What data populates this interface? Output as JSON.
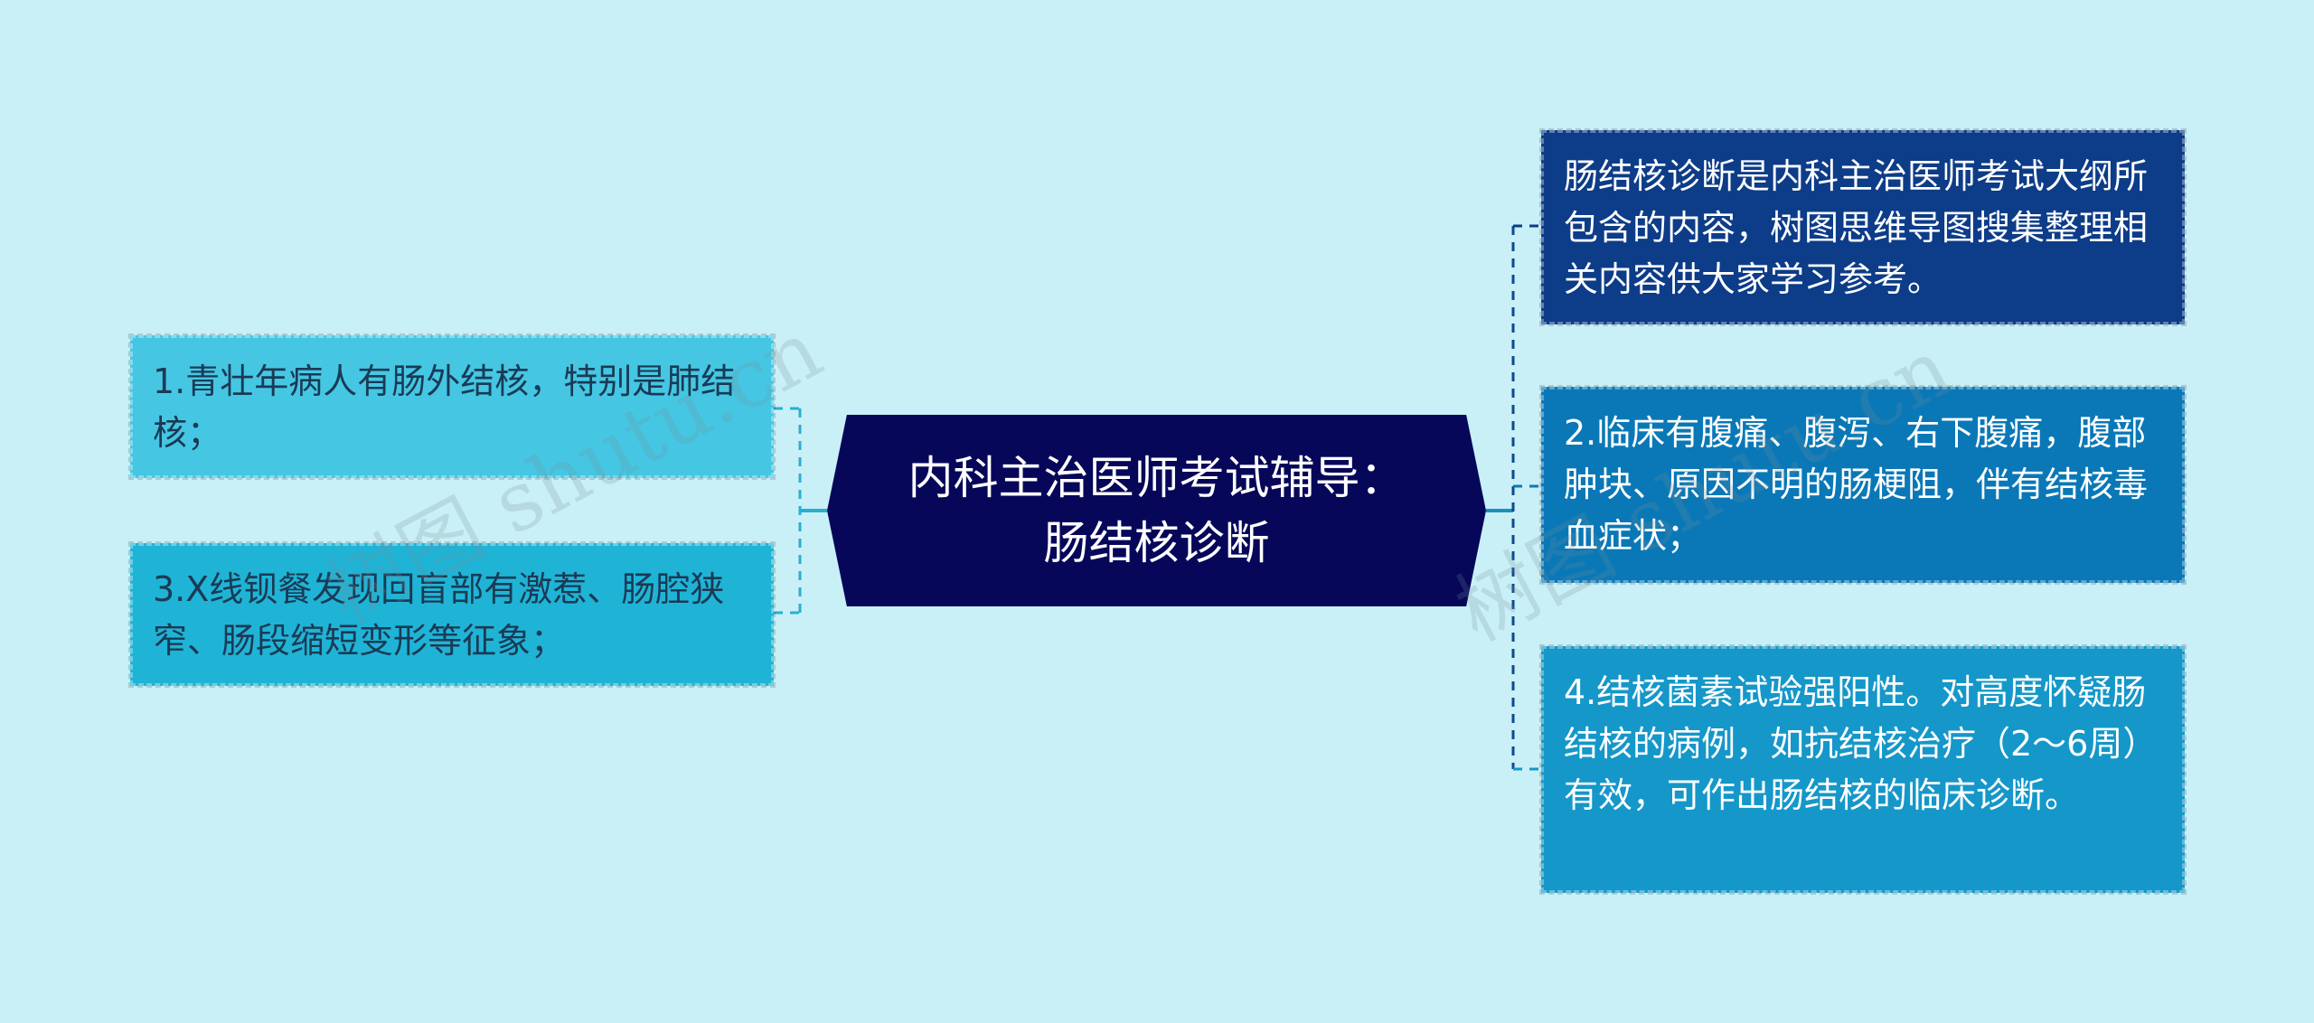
{
  "root": {
    "line1": "内科主治医师考试辅导：",
    "line2": "肠结核诊断"
  },
  "left_nodes": [
    {
      "text": "1.青壮年病人有肠外结核，特别是肺结核；",
      "color": "#45c7e3"
    },
    {
      "text": "3.X线钡餐发现回盲部有激惹、肠腔狭窄、肠段缩短变形等征象；",
      "color": "#1fb4d6"
    }
  ],
  "right_nodes": [
    {
      "text": "肠结核诊断是内科主治医师考试大纲所包含的内容，树图思维导图搜集整理相关内容供大家学习参考。",
      "color": "#0d3c88"
    },
    {
      "text": "2.临床有腹痛、腹泻、右下腹痛，腹部肿块、原因不明的肠梗阻，伴有结核毒血症状；",
      "color": "#0a78b7"
    },
    {
      "text": "4.结核菌素试验强阳性。对高度怀疑肠结核的病例，如抗结核治疗（2～6周）有效，可作出肠结核的临床诊断。",
      "color": "#1597c9"
    }
  ],
  "watermark": "树图 shutu.cn"
}
